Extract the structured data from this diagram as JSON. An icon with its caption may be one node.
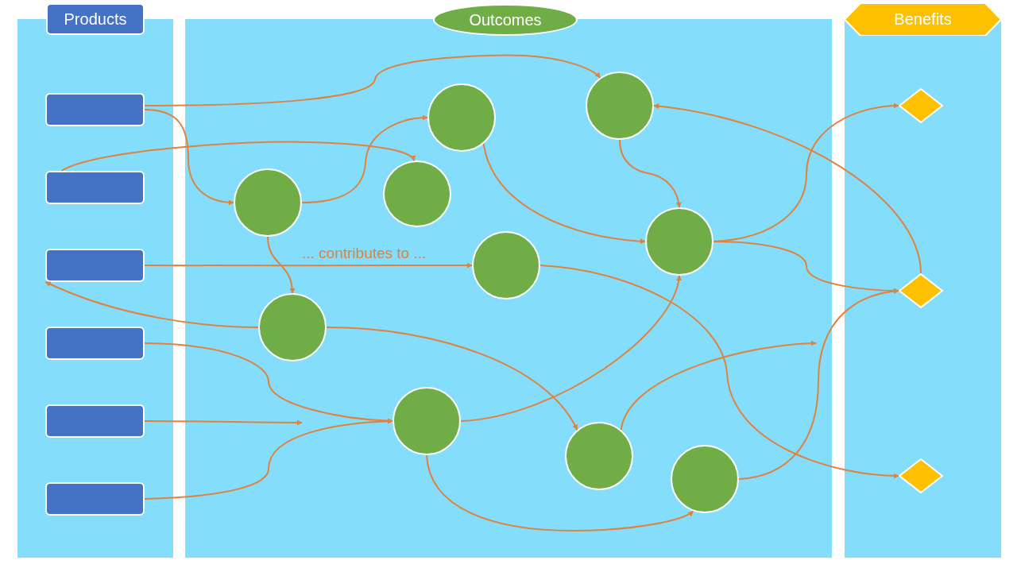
{
  "diagram": {
    "nodes": [
      {
        "text": [],
        "shape": "box"
      },
      {
        "text": [
          "Products"
        ]
      },
      {
        "text": [],
        "shape": "box",
        "in": 0
      },
      {
        "text": [],
        "shape": "box",
        "in": 0
      },
      {
        "text": [],
        "shape": "box",
        "in": 0
      },
      {
        "text": [],
        "shape": "box",
        "in": 0
      },
      {
        "text": [],
        "shape": "box",
        "in": 0
      },
      {
        "text": [],
        "shape": "box",
        "in": 0
      },
      {
        "text": [],
        "shape": "box"
      },
      {
        "text": [
          "Outcomes"
        ]
      },
      {
        "text": [],
        "shape": "circle",
        "in": 8
      },
      {
        "text": [],
        "shape": "circle",
        "in": 8
      },
      {
        "text": [],
        "shape": "circle",
        "in": 8
      },
      {
        "text": [],
        "shape": "circle",
        "in": 8
      },
      {
        "text": [],
        "shape": "circle",
        "in": 8
      },
      {
        "text": [],
        "shape": "circle",
        "in": 8
      },
      {
        "text": [],
        "shape": "circle",
        "in": 8
      },
      {
        "text": [],
        "shape": "circle",
        "in": 8
      },
      {
        "text": [],
        "shape": "circle",
        "in": 8
      },
      {
        "text": [],
        "shape": "circle",
        "in": 8
      },
      {
        "text": [],
        "shape": "box"
      },
      {
        "text": [
          "Benefits"
        ]
      },
      {
        "text": [],
        "shape": "diamond",
        "in": 20
      },
      {
        "text": [],
        "shape": "diamond",
        "in": 20
      },
      {
        "text": [],
        "shape": "diamond",
        "in": 20
      }
    ],
    "edges": [
      {
        "from": 2,
        "to": 10,
        "arrow": "to"
      },
      {
        "from": 2,
        "to": 13,
        "arrow": "to"
      },
      {
        "from": 3,
        "to": 12,
        "arrow": "to"
      },
      {
        "from": 13,
        "to": 11,
        "arrow": "to"
      },
      {
        "from": 13,
        "to": 16,
        "arrow": "to"
      },
      {
        "from": 4,
        "to": 15,
        "arrow": "to",
        "label": "... contributes to ..."
      },
      {
        "from": 16,
        "to": 4,
        "arrow": "to"
      },
      {
        "from": 5,
        "to": 17,
        "arrow": "to"
      },
      {
        "from": 6,
        "to": null,
        "arrow": "to"
      },
      {
        "from": 7,
        "to": 17,
        "arrow": "to"
      },
      {
        "from": 11,
        "to": 14,
        "arrow": "to"
      },
      {
        "from": 10,
        "to": 14,
        "arrow": "to"
      },
      {
        "from": 14,
        "to": 22,
        "arrow": "to"
      },
      {
        "from": 14,
        "to": 23,
        "arrow": "to"
      },
      {
        "from": 23,
        "to": 10,
        "arrow": "to"
      },
      {
        "from": 17,
        "to": 14,
        "arrow": "to"
      },
      {
        "from": 16,
        "to": 18,
        "arrow": "to"
      },
      {
        "from": 15,
        "to": 24,
        "arrow": "to"
      },
      {
        "from": 18,
        "to": null,
        "arrow": "to"
      },
      {
        "from": 19,
        "to": 23,
        "arrow": "to"
      },
      {
        "from": 17,
        "to": 19,
        "arrow": "to"
      }
    ]
  }
}
